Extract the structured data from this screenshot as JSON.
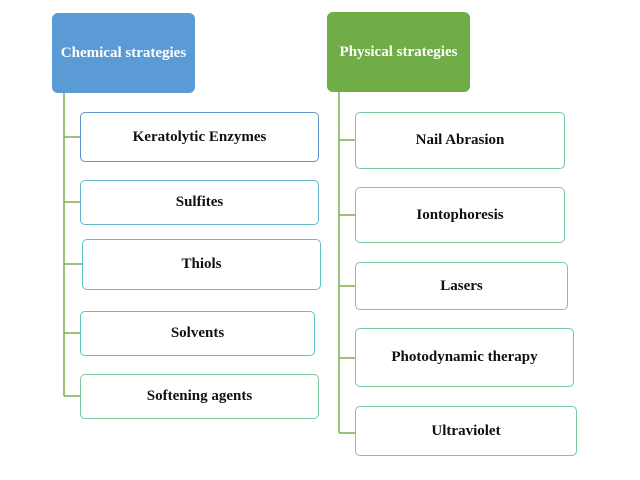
{
  "chemical": {
    "title": "Chemical strategies",
    "items": [
      "Keratolytic Enzymes",
      "Sulfites",
      "Thiols",
      "Solvents",
      "Softening agents"
    ]
  },
  "physical": {
    "title": "Physical strategies",
    "items": [
      "Nail Abrasion",
      "Iontophoresis",
      "Lasers",
      "Photodynamic therapy",
      "Ultraviolet"
    ]
  },
  "colors": {
    "chemical_header": "#5b9bd5",
    "physical_header": "#70ad47",
    "connector": "#7dae4e"
  }
}
